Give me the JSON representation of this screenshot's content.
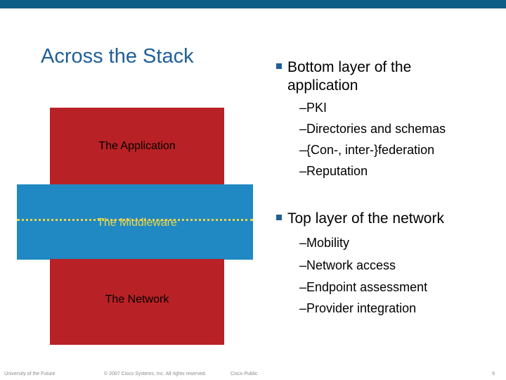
{
  "title": "Across the Stack",
  "diagram": {
    "application_label": "The Application",
    "middleware_label": "The Middleware",
    "network_label": "The Network",
    "colors": {
      "red": "#b82125",
      "blue": "#2089c4",
      "dots": "#e9d44a",
      "title": "#1f5f98"
    }
  },
  "bullets": [
    {
      "line1": "Bottom layer of the",
      "line2": "application",
      "subs": [
        "–PKI",
        "–Directories and schemas",
        "–{Con-, inter-}federation",
        "–Reputation"
      ]
    },
    {
      "line1": "Top layer of the network",
      "subs": [
        "–Mobility",
        "–Network access",
        "–Endpoint assessment",
        "–Provider integration"
      ]
    }
  ],
  "footer": {
    "left": "University of the Future",
    "copyright": "© 2007 Cisco Systems, Inc. All rights reserved.",
    "classification": "Cisco Public",
    "page": "9"
  }
}
